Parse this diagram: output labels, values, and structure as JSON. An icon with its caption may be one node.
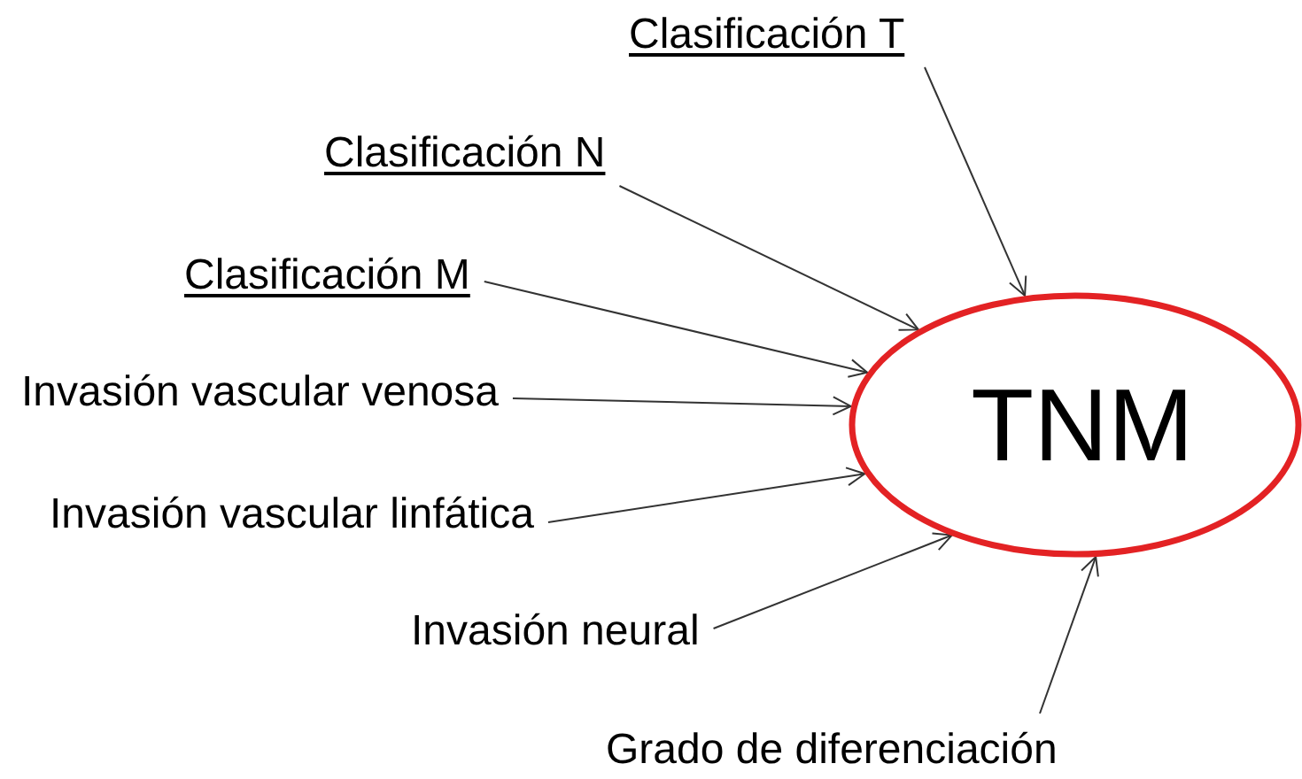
{
  "diagram": {
    "nodes": [
      {
        "text": [
          "Clasificación T"
        ]
      },
      {
        "text": [
          "Clasificación N"
        ]
      },
      {
        "text": [
          "Clasificación M"
        ]
      },
      {
        "text": [
          "Invasión vascular venosa"
        ]
      },
      {
        "text": [
          "TNM"
        ]
      },
      {
        "text": [
          "Invasión vascular linfática"
        ]
      },
      {
        "text": [
          "Invasión neural"
        ]
      },
      {
        "text": [
          "Grado de diferenciación"
        ]
      }
    ],
    "edges": [
      {
        "from": 0,
        "to": 4,
        "arrow": "to"
      },
      {
        "from": 1,
        "to": 4,
        "arrow": "to"
      },
      {
        "from": 2,
        "to": 4,
        "arrow": "to"
      },
      {
        "from": 3,
        "to": 4,
        "arrow": "to"
      },
      {
        "from": 5,
        "to": 4,
        "arrow": "to"
      },
      {
        "from": 6,
        "to": 4,
        "arrow": "to"
      },
      {
        "from": 7,
        "to": 4,
        "arrow": "to"
      }
    ]
  }
}
